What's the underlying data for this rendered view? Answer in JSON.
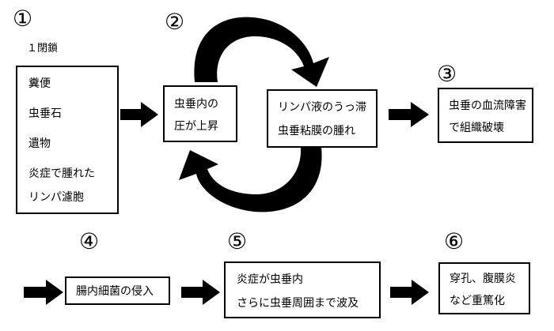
{
  "steps": {
    "s1": {
      "number": "①",
      "heading": "１閉鎖",
      "items": [
        "糞便",
        "虫垂石",
        "遺物",
        "炎症で腫れた",
        "リンパ濾胞"
      ]
    },
    "s2": {
      "number": "②",
      "lines": [
        "虫垂内の",
        "圧が上昇"
      ]
    },
    "s2b": {
      "lines": [
        "リンパ液のうっ滞",
        "虫垂粘膜の腫れ"
      ]
    },
    "s3": {
      "number": "③",
      "lines": [
        "虫垂の血流障害",
        "で組織破壊"
      ]
    },
    "s4": {
      "number": "④",
      "lines": [
        "腸内細菌の侵入"
      ]
    },
    "s5": {
      "number": "⑤",
      "lines": [
        "炎症が虫垂内",
        "さらに虫垂周囲まで波及"
      ]
    },
    "s6": {
      "number": "⑥",
      "lines": [
        "穿孔、腹膜炎",
        "など重篤化"
      ]
    }
  }
}
